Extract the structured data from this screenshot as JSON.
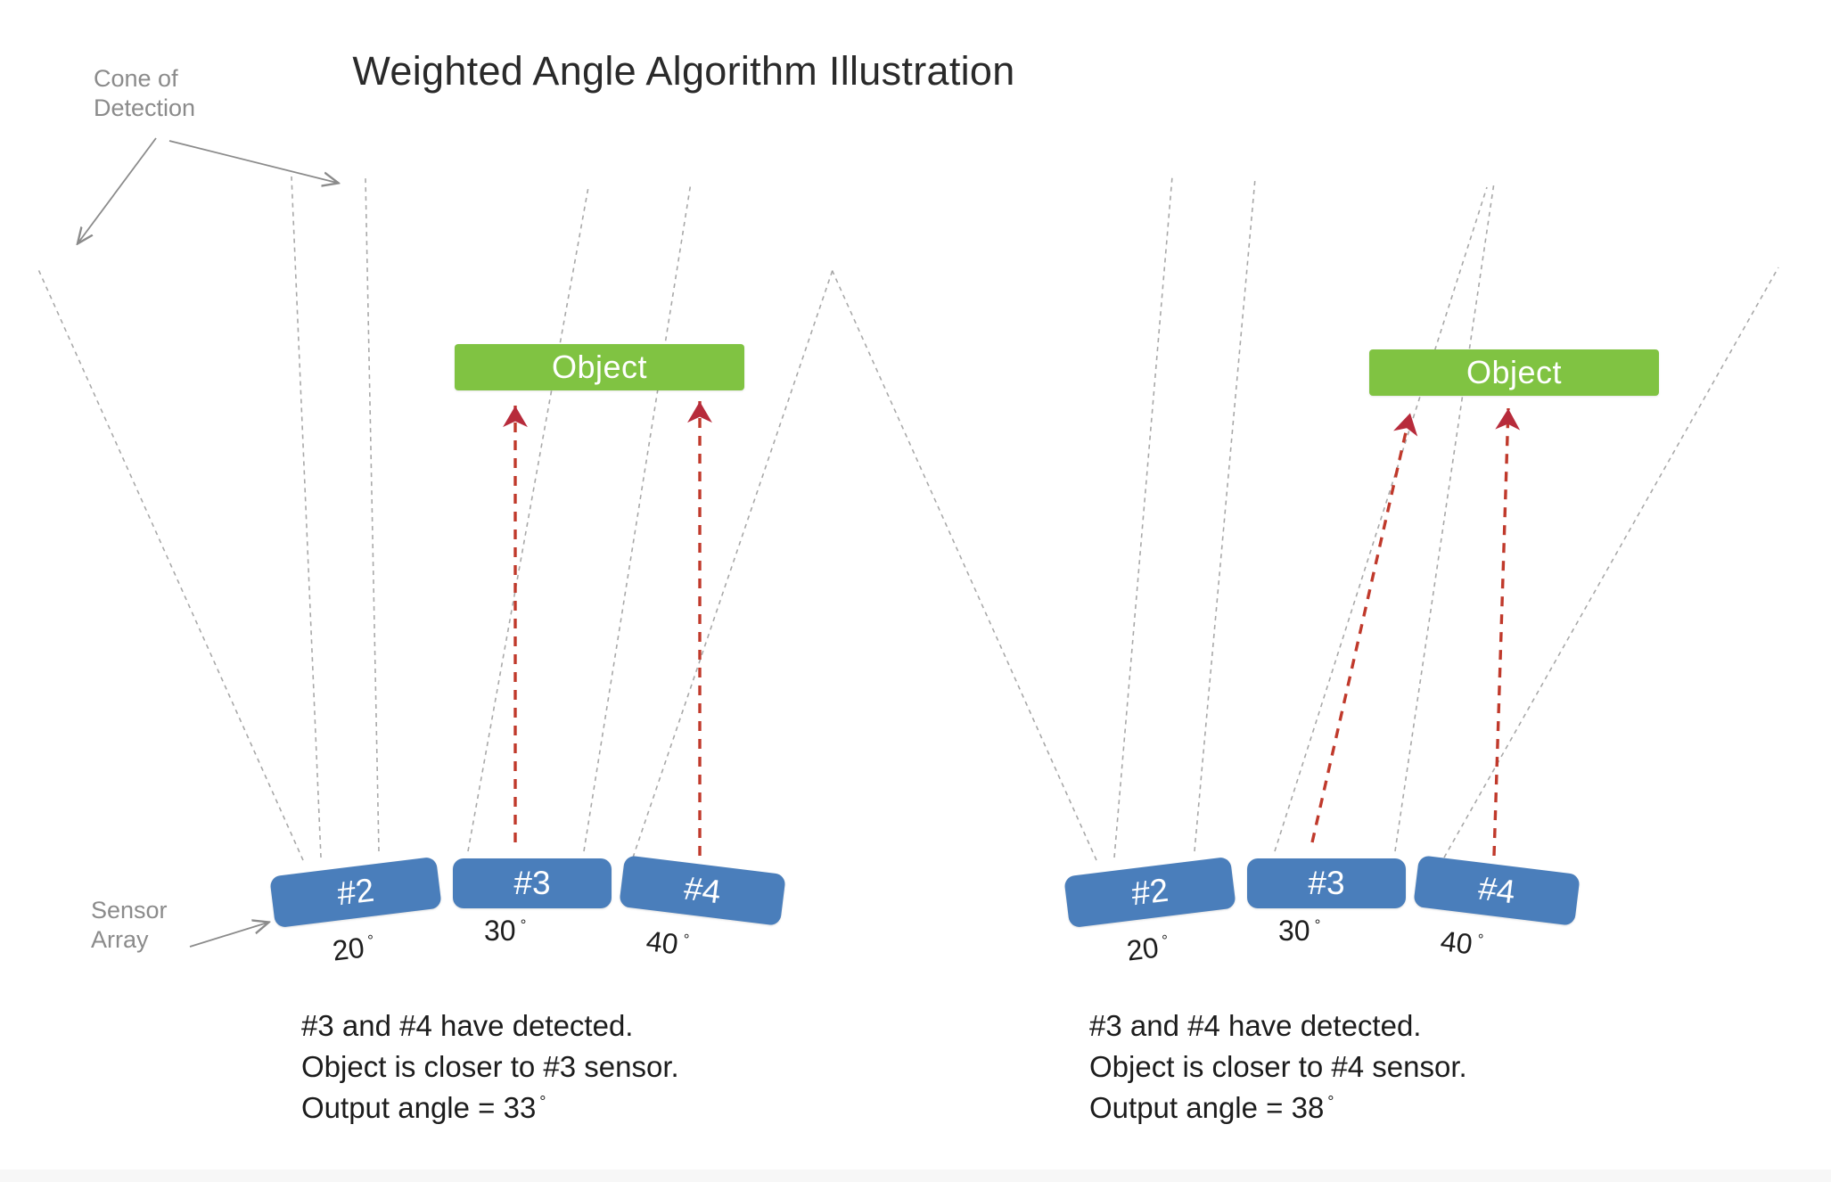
{
  "title": "Weighted Angle Algorithm Illustration",
  "colors": {
    "object_green": "#80c342",
    "sensor_blue": "#4a7ebb",
    "cone_line_gray": "#9a9a9a",
    "detection_arrow_red": "#c0392b",
    "annotation_gray": "#8b8b8b",
    "background": "#ffffff"
  },
  "annotations": {
    "cone_of_detection": "Cone of\nDetection",
    "sensor_array": "Sensor\nArray"
  },
  "object_label": "Object",
  "degree_symbol": "°",
  "panels": [
    {
      "id": "left",
      "object_label": "Object",
      "sensors": [
        {
          "name": "#2",
          "angle": "20",
          "degree": "°"
        },
        {
          "name": "#3",
          "angle": "30",
          "degree": "°"
        },
        {
          "name": "#4",
          "angle": "40",
          "degree": "°"
        }
      ],
      "detected_sensors": [
        "#3",
        "#4"
      ],
      "description": [
        "#3 and #4 have detected.",
        "Object is closer to #3 sensor.",
        "Output angle = 33"
      ],
      "output_angle": "33",
      "output_angle_unit": "°"
    },
    {
      "id": "right",
      "object_label": "Object",
      "sensors": [
        {
          "name": "#2",
          "angle": "20",
          "degree": "°"
        },
        {
          "name": "#3",
          "angle": "30",
          "degree": "°"
        },
        {
          "name": "#4",
          "angle": "40",
          "degree": "°"
        }
      ],
      "detected_sensors": [
        "#3",
        "#4"
      ],
      "description": [
        "#3 and #4 have detected.",
        "Object is closer to #4 sensor.",
        "Output angle = 38"
      ],
      "output_angle": "38",
      "output_angle_unit": "°"
    }
  ]
}
